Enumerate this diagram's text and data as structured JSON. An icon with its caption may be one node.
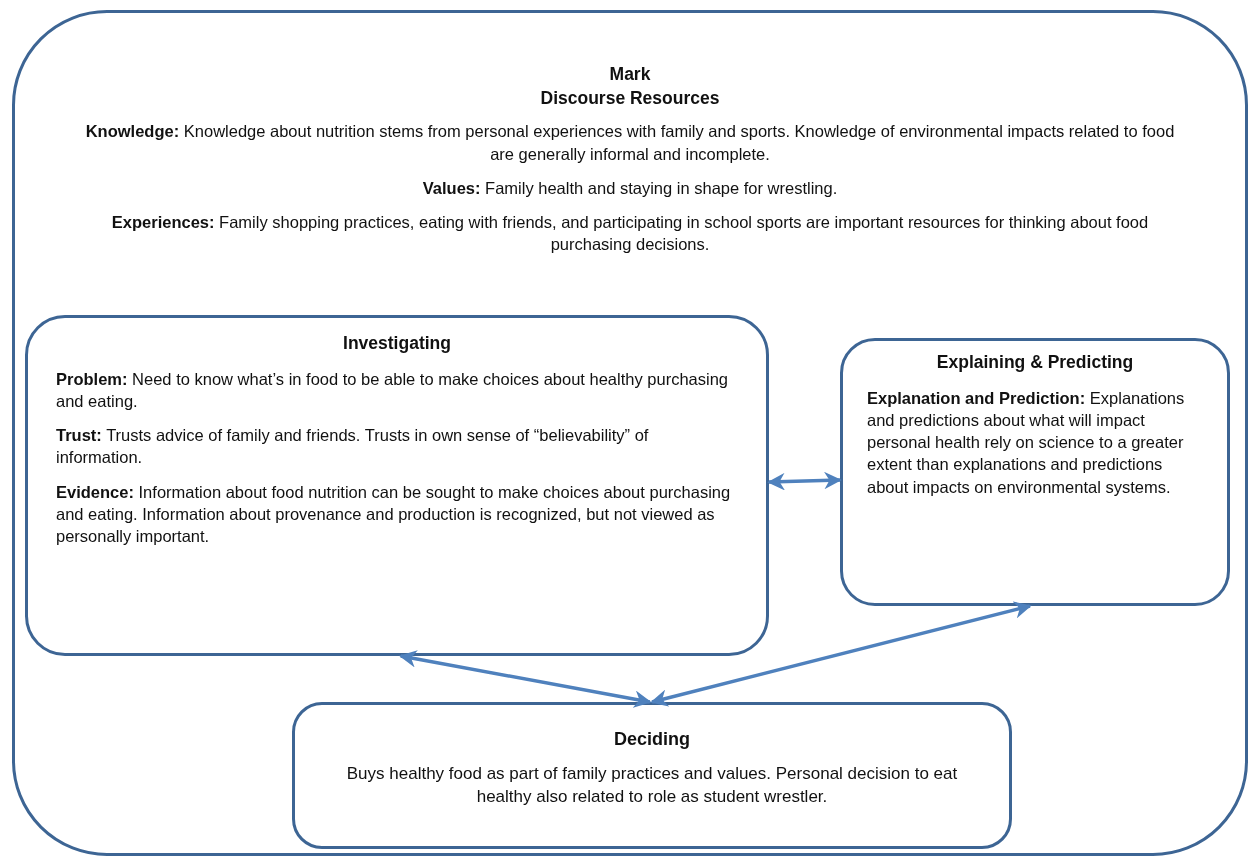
{
  "diagram": {
    "nodes": [
      {
        "text": [
          "Mark",
          "Discourse Resources",
          "**Knowledge:** Knowledge about nutrition stems from personal experiences with family and sports. Knowledge of environmental impacts related to food are generally informal and incomplete.",
          "**Values:** Family health and staying in shape for wrestling.",
          "**Experiences:** Family shopping practices, eating with friends, and participating in school sports are important resources for thinking about food purchasing decisions."
        ]
      },
      {
        "text": [
          "Investigating",
          "**Problem:** Need to know what’s in food to be able to make choices about healthy purchasing and eating.",
          "**Trust:** Trusts advice of family and friends. Trusts in own sense of “believability” of information.",
          "**Evidence:** Information about food nutrition can be sought to make choices about purchasing and eating. Information about provenance and production is recognized, but not viewed as personally important."
        ],
        "in": 0
      },
      {
        "text": [
          "Explaining & Predicting",
          "**Explanation and Prediction:** Explanations and predictions about what will impact personal health rely on science to a greater extent than explanations and predictions about impacts on environmental systems."
        ],
        "in": 0
      },
      {
        "text": [
          "Deciding",
          "Buys healthy food as part of family practices and values. Personal decision to eat healthy also related to role as student wrestler."
        ],
        "in": 0
      }
    ],
    "edges": [
      {
        "from": 1,
        "to": 2,
        "arrow": "both"
      },
      {
        "from": 1,
        "to": 3,
        "arrow": "both"
      },
      {
        "from": 2,
        "to": 3,
        "arrow": "both"
      }
    ]
  }
}
